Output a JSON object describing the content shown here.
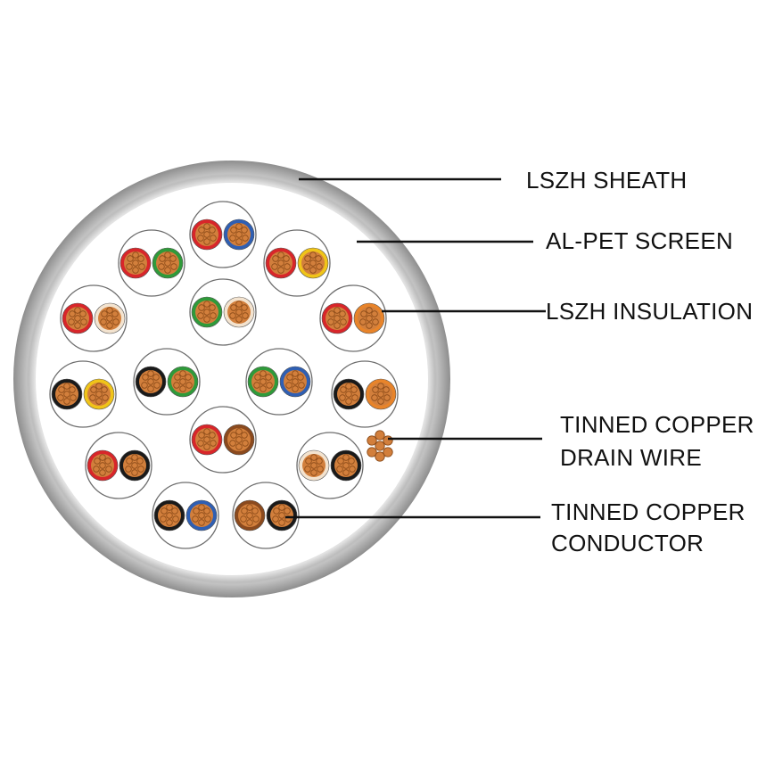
{
  "labels": {
    "sheath": "LSZH SHEATH",
    "screen": "AL-PET SCREEN",
    "insulation": "LSZH INSULATION",
    "drain_line1": "TINNED COPPER",
    "drain_line2": "DRAIN WIRE",
    "conductor_line1": "TINNED COPPER",
    "conductor_line2": "CONDUCTOR"
  },
  "colors": {
    "sheath": "#a6a6a6",
    "sheath_inner": "#cfcfcf",
    "screen": "#f4f4f4",
    "copper": "#d27f3c",
    "copper_dark": "#8a4a18",
    "leader": "#111111"
  },
  "pairs": [
    {
      "a": "red",
      "b": "blue"
    },
    {
      "a": "red",
      "b": "green"
    },
    {
      "a": "red",
      "b": "yellow"
    },
    {
      "a": "red",
      "b": "natural"
    },
    {
      "a": "green",
      "b": "natural"
    },
    {
      "a": "red",
      "b": "orange"
    },
    {
      "a": "black",
      "b": "yellow"
    },
    {
      "a": "black",
      "b": "green"
    },
    {
      "a": "green",
      "b": "blue"
    },
    {
      "a": "black",
      "b": "orange"
    },
    {
      "a": "red",
      "b": "brown"
    },
    {
      "a": "red",
      "b": "black"
    },
    {
      "a": "natural",
      "b": "black"
    },
    {
      "a": "black",
      "b": "blue"
    },
    {
      "a": "brown",
      "b": "black"
    }
  ],
  "insulation_colors": {
    "red": "#d8262a",
    "blue": "#2f5fb3",
    "green": "#2f9a3a",
    "yellow": "#f0c419",
    "natural": "#f3e3cf",
    "orange": "#e8842a",
    "black": "#1a1a1a",
    "brown": "#8b4a1e"
  }
}
